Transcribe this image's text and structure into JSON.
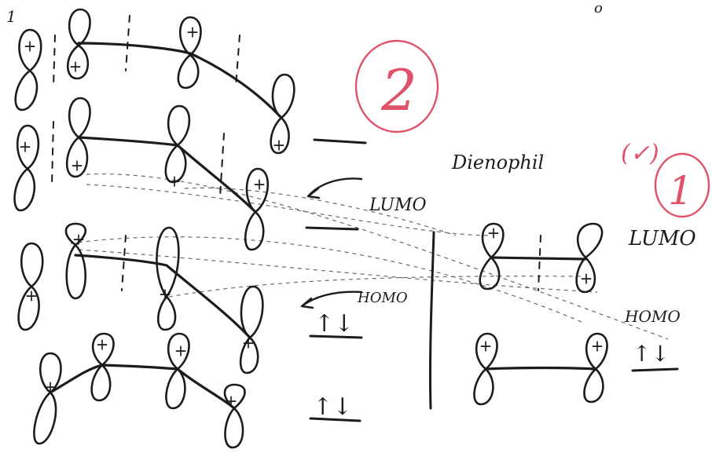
{
  "diene_label": "1",
  "dienophile_label": "Dienophil",
  "dienophile_check": "(✓)",
  "ring_labels": [
    "2",
    "1"
  ],
  "top_mark": "o",
  "diene_orbital_levels": [
    "",
    "LUMO",
    "HOMO",
    "↑↓",
    "↑↓"
  ],
  "dienophile_orbital_levels": [
    "LUMO",
    "HOMO",
    "↑↓"
  ],
  "phase_sign": "+"
}
